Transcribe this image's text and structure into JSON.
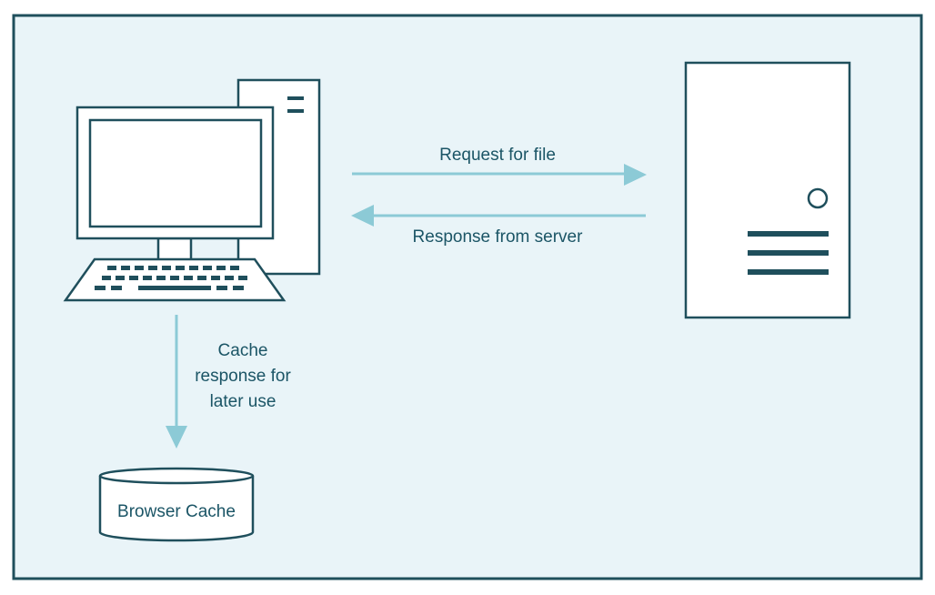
{
  "labels": {
    "request": "Request for file",
    "response": "Response from server",
    "cache_line1": "Cache",
    "cache_line2": "response for",
    "cache_line3": "later use",
    "browser_cache": "Browser Cache"
  },
  "colors": {
    "frame_border": "#1f4f5c",
    "frame_fill": "#e9f4f8",
    "stroke": "#1f4f5c",
    "arrow": "#8ccad6",
    "text": "#1b5566",
    "device_fill": "#ffffff"
  },
  "icons": {
    "computer": "desktop-computer-icon",
    "server": "server-icon",
    "cache": "database-cylinder-icon"
  }
}
